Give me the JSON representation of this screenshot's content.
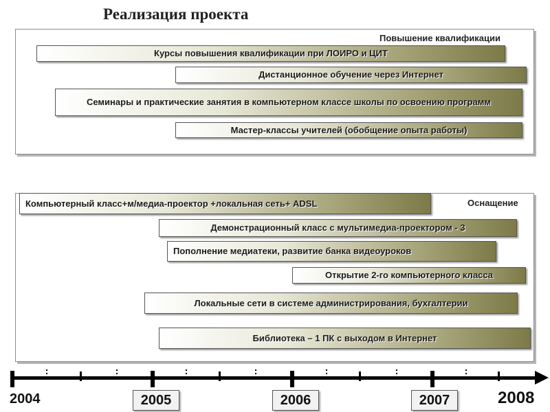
{
  "title": "Реализация проекта",
  "panel_training": {
    "label": "Повышение квалификации",
    "bars": [
      "Курсы повышения квалификации при ЛОИРО и ЦИТ",
      "Дистанционное обучение через Интернет",
      "Семинары и практические занятия в компьютерном классе школы по освоению программ",
      "Мастер-классы учителей (обобщение опыта работы)"
    ]
  },
  "panel_equipment": {
    "label": "Оснащение",
    "bars": [
      "Компьютерный класс+м/медиа-проектор +локальная сеть+ ADSL",
      "Демонстрационный класс с мультимедиа-проектором - 3",
      "Пополнение медиатеки, развитие банка видеоуроков",
      "Открытие 2-го компьютерного класса",
      "Локальные сети в системе администрирования, бухгалтерии",
      "Библиотека – 1 ПК с выходом в Интернет"
    ]
  },
  "timeline": {
    "years": [
      "2004",
      "2005",
      "2006",
      "2007",
      "2008"
    ]
  }
}
